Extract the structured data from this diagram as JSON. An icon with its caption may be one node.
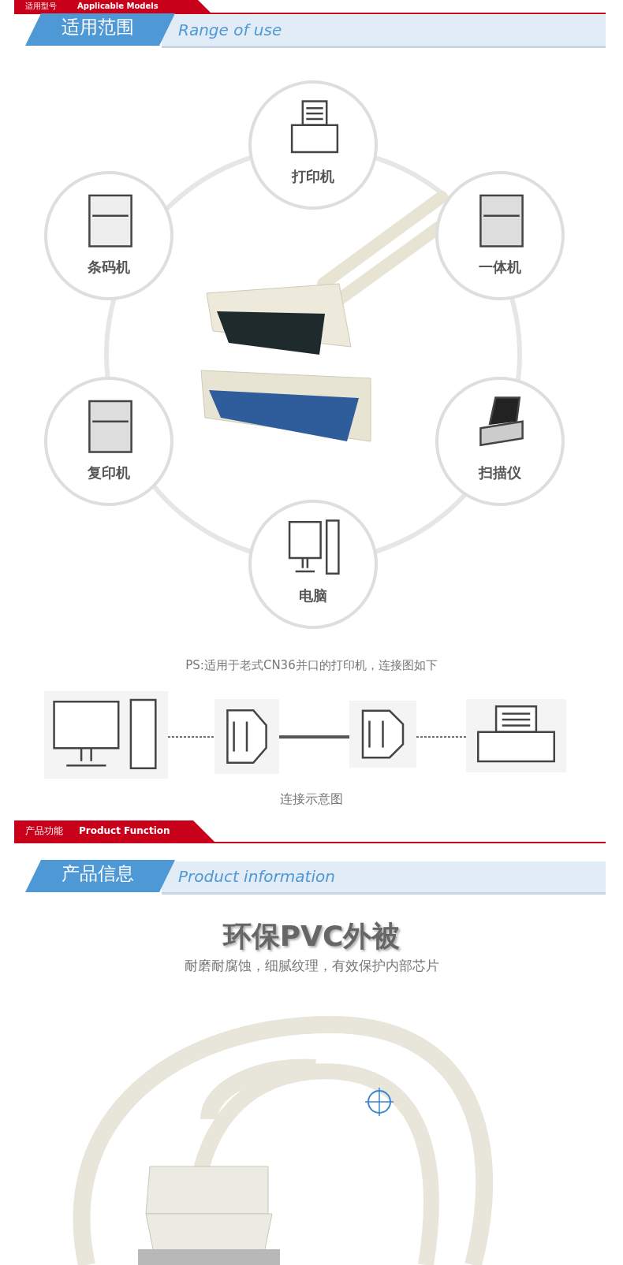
{
  "diagram": {
    "nodes": [
      {
        "text": [
          "打印机"
        ]
      },
      {
        "text": [
          "条码机"
        ]
      },
      {
        "text": [
          "一体机"
        ]
      },
      {
        "text": [
          "复印机"
        ]
      },
      {
        "text": [
          "扫描仪"
        ]
      },
      {
        "text": [
          "电脑"
        ]
      },
      {
        "text": [],
        "shape": "picture"
      },
      {
        "text": [],
        "shape": "picture"
      },
      {
        "text": [],
        "shape": "picture"
      },
      {
        "text": [],
        "shape": "picture"
      }
    ],
    "edges": [
      {
        "from": 6,
        "to": 7,
        "arrow": "none",
        "style": "dashed"
      },
      {
        "from": 7,
        "to": 8,
        "arrow": "none",
        "style": "thick"
      },
      {
        "from": 8,
        "to": 9,
        "arrow": "none",
        "style": "dashed"
      }
    ],
    "labels": [
      "适用型号",
      "Applicable Models",
      "适用范围",
      "Range of use",
      "PS:适用于老式CN36并口的打印机，连接图如下",
      "连接示意图",
      "产品功能",
      "Product Function",
      "产品信息",
      "Product information",
      "环保PVC外被",
      "耐磨耐腐蚀，细腻纹理，有效保护内部芯片"
    ]
  }
}
